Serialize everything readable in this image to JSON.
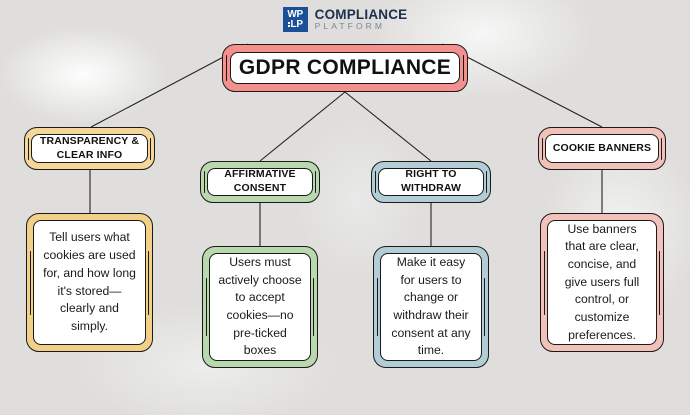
{
  "brand": {
    "mark_top": "WP",
    "mark_bottom": "LP",
    "name_line1": "COMPLIANCE",
    "name_line2": "PLATFORM",
    "mark_bg": "#1b4f96",
    "name_color": "#1b2f4e",
    "subtitle_color": "#7b8795"
  },
  "diagram": {
    "type": "mindmap",
    "background": "#f8f7f4",
    "root": {
      "label": "GDPR COMPLIANCE",
      "accent": "#f4918e"
    },
    "branches": [
      {
        "id": "transparency",
        "heading": "TRANSPARENCY & CLEAR INFO",
        "body": "Tell users what cookies are used for, and how long it's stored—clearly and simply.",
        "accent": "#f3d08a",
        "heading_accent": "#f5d79a"
      },
      {
        "id": "consent",
        "heading": "AFFIRMATIVE CONSENT",
        "body": "Users must actively choose to accept cookies—no pre-ticked boxes",
        "accent": "#b9d8ae",
        "heading_accent": "#b9d8ae"
      },
      {
        "id": "withdraw",
        "heading": "RIGHT TO WITHDRAW",
        "body": "Make it easy for users to change or withdraw their consent at any time.",
        "accent": "#b2cdd6",
        "heading_accent": "#b2cdd6"
      },
      {
        "id": "banners",
        "heading": "COOKIE BANNERS",
        "body": "Use banners that are clear, concise, and give users full control, or customize preferences.",
        "accent": "#f2c2ba",
        "heading_accent": "#f2c2ba"
      }
    ],
    "connector_color": "#222222"
  }
}
